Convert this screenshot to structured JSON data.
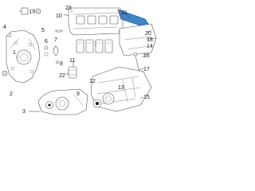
{
  "callouts": {
    "c1": "1",
    "c2": "2",
    "c3": "3",
    "c4": "4",
    "c5": "5",
    "c6": "6",
    "c7": "7",
    "c8": "8",
    "c9": "9",
    "c10": "10",
    "c11": "11",
    "c12": "12",
    "c13": "13",
    "c14": "14",
    "c15": "15",
    "c16": "16",
    "c17": "17",
    "c18": "18",
    "c19": "19",
    "c20": "20",
    "c21": "21",
    "c22": "22",
    "c23": "23"
  },
  "colors": {
    "highlight_fill": "#3f85c9",
    "highlight_stroke": "#0b3d73",
    "line": "#333333"
  }
}
